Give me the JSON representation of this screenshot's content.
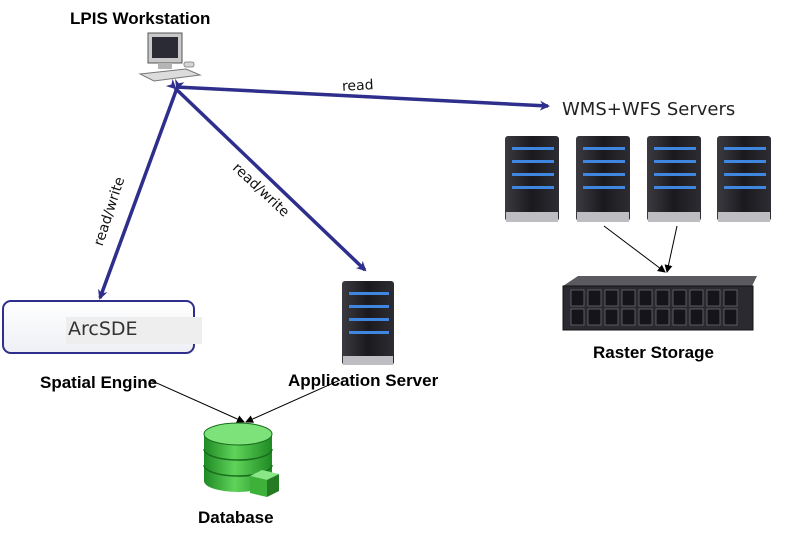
{
  "nodes": {
    "workstation": "LPIS Workstation",
    "wms_wfs": "WMS+WFS Servers",
    "arcsde": "ArcSDE",
    "spatial_engine": "Spatial Engine",
    "app_server": "Application Server",
    "raster_storage": "Raster Storage",
    "database": "Database"
  },
  "edges": {
    "read": "read",
    "read_write_app": "read/write",
    "read_write_spatial": "read/write"
  },
  "colors": {
    "arrow": "#2e2f8c",
    "db_green": "#3db13a",
    "server_dark": "#1e1e22",
    "server_led": "#3f86e0"
  }
}
